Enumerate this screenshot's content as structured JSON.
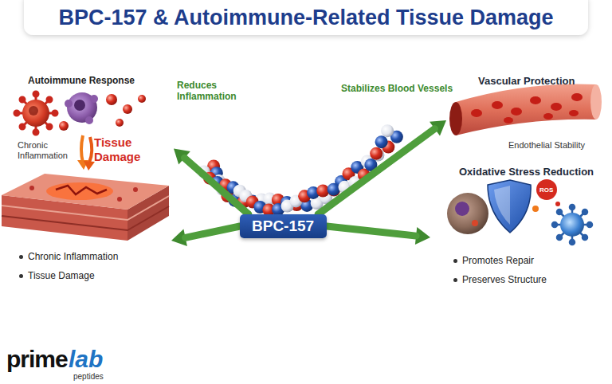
{
  "diagram": {
    "title": "BPC-157 & Autoimmune-Related Tissue Damage",
    "nodes": [
      {
        "text": [
          "BPC-157"
        ]
      },
      {
        "text": [
          "Autoimmune Response",
          "Chronic Inflammation",
          "Tissue Damage"
        ]
      },
      {
        "text": [
          "Chronic Inflammation",
          "Tissue Damage"
        ]
      },
      {
        "text": [
          "Vascular Protection",
          "Endothelial Stability"
        ]
      },
      {
        "text": [
          "Oxidative Stress Reduction",
          "Promotes Repair",
          "Preserves Structure"
        ]
      }
    ],
    "edges": [
      {
        "from": 0,
        "to": 1,
        "label": "Reduces Inflammation",
        "arrow": "to"
      },
      {
        "from": 0,
        "to": 2,
        "arrow": "to"
      },
      {
        "from": 0,
        "to": 3,
        "label": "Stabilizes Blood Vessels",
        "arrow": "to"
      },
      {
        "from": 0,
        "to": 4,
        "arrow": "to"
      }
    ],
    "labels": [
      "ROS",
      "prime",
      "lab",
      "peptides"
    ]
  }
}
